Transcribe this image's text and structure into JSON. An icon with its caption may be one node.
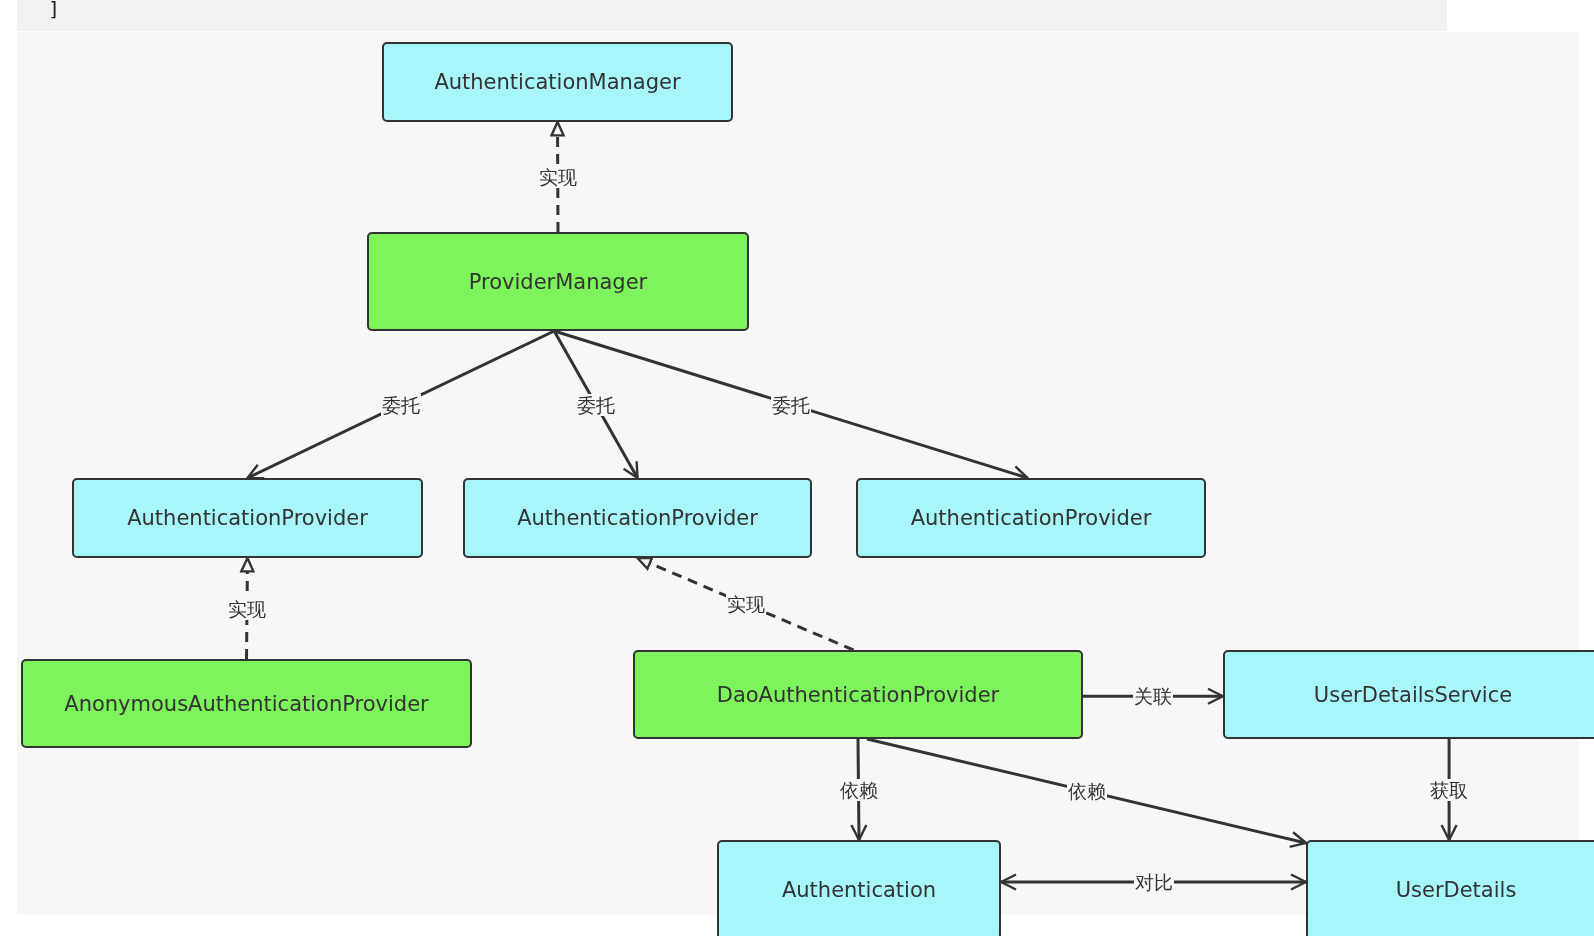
{
  "diagram": {
    "nodes": [
      {
        "text": [
          "AuthenticationManager"
        ]
      },
      {
        "text": [
          "ProviderManager"
        ]
      },
      {
        "text": [
          "AuthenticationProvider"
        ]
      },
      {
        "text": [
          "AuthenticationProvider"
        ]
      },
      {
        "text": [
          "AuthenticationProvider"
        ]
      },
      {
        "text": [
          "AnonymousAuthenticationProvider"
        ]
      },
      {
        "text": [
          "DaoAuthenticationProvider"
        ]
      },
      {
        "text": [
          "UserDetailsService"
        ]
      },
      {
        "text": [
          "Authentication"
        ]
      },
      {
        "text": [
          "UserDetails"
        ]
      }
    ],
    "edges": [
      {
        "from": 1,
        "to": 0,
        "arrow": "to",
        "label": "实现",
        "style": "dashed"
      },
      {
        "from": 1,
        "to": 2,
        "arrow": "to",
        "label": "委托"
      },
      {
        "from": 1,
        "to": 3,
        "arrow": "to",
        "label": "委托"
      },
      {
        "from": 1,
        "to": 4,
        "arrow": "to",
        "label": "委托"
      },
      {
        "from": 5,
        "to": 2,
        "arrow": "to",
        "label": "实现",
        "style": "dashed"
      },
      {
        "from": 6,
        "to": 3,
        "arrow": "to",
        "label": "实现",
        "style": "dashed"
      },
      {
        "from": 6,
        "to": 7,
        "arrow": "to",
        "label": "关联"
      },
      {
        "from": 6,
        "to": 8,
        "arrow": "to",
        "label": "依赖"
      },
      {
        "from": 6,
        "to": 9,
        "arrow": "to",
        "label": "依赖"
      },
      {
        "from": 7,
        "to": 9,
        "arrow": "to",
        "label": "获取"
      },
      {
        "from": 8,
        "to": 9,
        "arrow": "both",
        "label": "对比"
      }
    ],
    "labels": [
      "]"
    ]
  }
}
